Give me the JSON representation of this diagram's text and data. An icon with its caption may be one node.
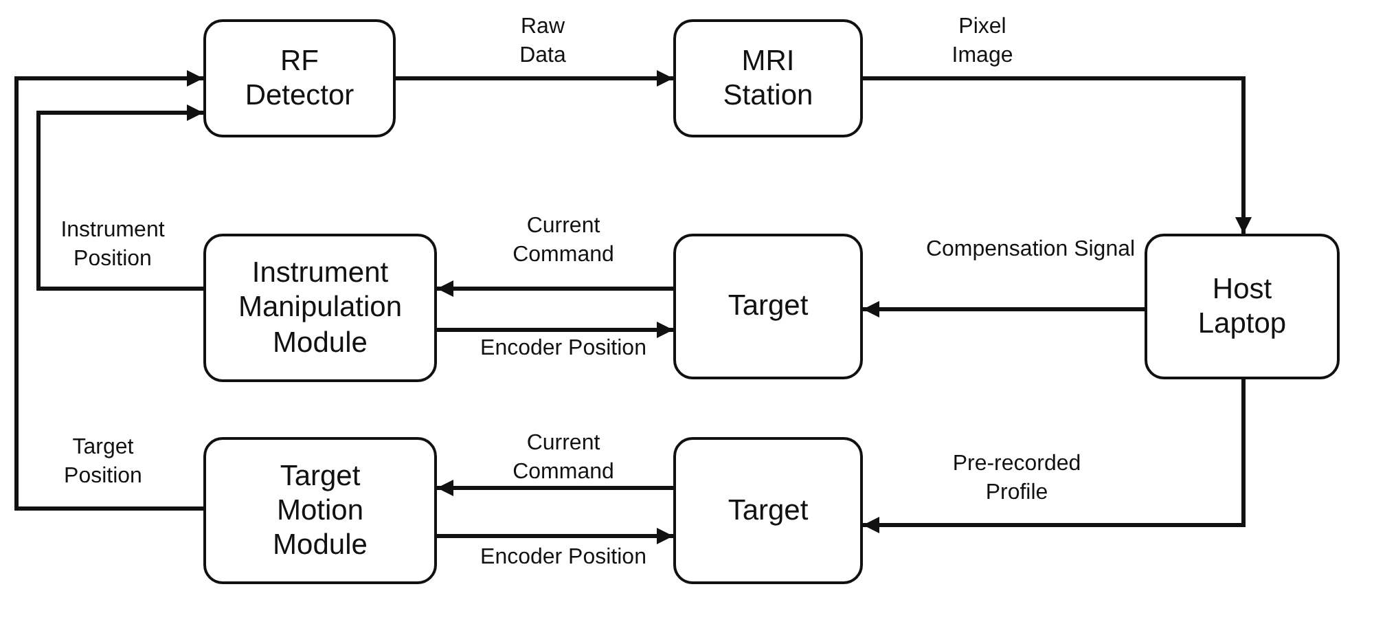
{
  "diagram": {
    "nodes": [
      {
        "text": [
          "RF Detector"
        ]
      },
      {
        "text": [
          "MRI Station"
        ]
      },
      {
        "text": [
          "Host Laptop"
        ]
      },
      {
        "text": [
          "Instrument Manipulation Module"
        ]
      },
      {
        "text": [
          "Target"
        ]
      },
      {
        "text": [
          "Target Motion Module"
        ]
      },
      {
        "text": [
          "Target"
        ]
      }
    ],
    "edges": [
      {
        "from": 0,
        "to": 1,
        "arrow": "to",
        "label": "Raw Data"
      },
      {
        "from": 1,
        "to": 2,
        "arrow": "to",
        "label": "Pixel Image"
      },
      {
        "from": 2,
        "to": 4,
        "arrow": "to",
        "label": "Compensation Signal"
      },
      {
        "from": 4,
        "to": 3,
        "arrow": "to",
        "label": "Current Command"
      },
      {
        "from": 3,
        "to": 4,
        "arrow": "to",
        "label": "Encoder Position"
      },
      {
        "from": 3,
        "to": 0,
        "arrow": "to",
        "label": "Instrument Position"
      },
      {
        "from": 5,
        "to": 0,
        "arrow": "to",
        "label": "Target Position"
      },
      {
        "from": 2,
        "to": 6,
        "arrow": "to",
        "label": "Pre-recorded Profile"
      },
      {
        "from": 6,
        "to": 5,
        "arrow": "to",
        "label": "Current Command"
      },
      {
        "from": 5,
        "to": 6,
        "arrow": "to",
        "label": "Encoder Position"
      }
    ]
  }
}
